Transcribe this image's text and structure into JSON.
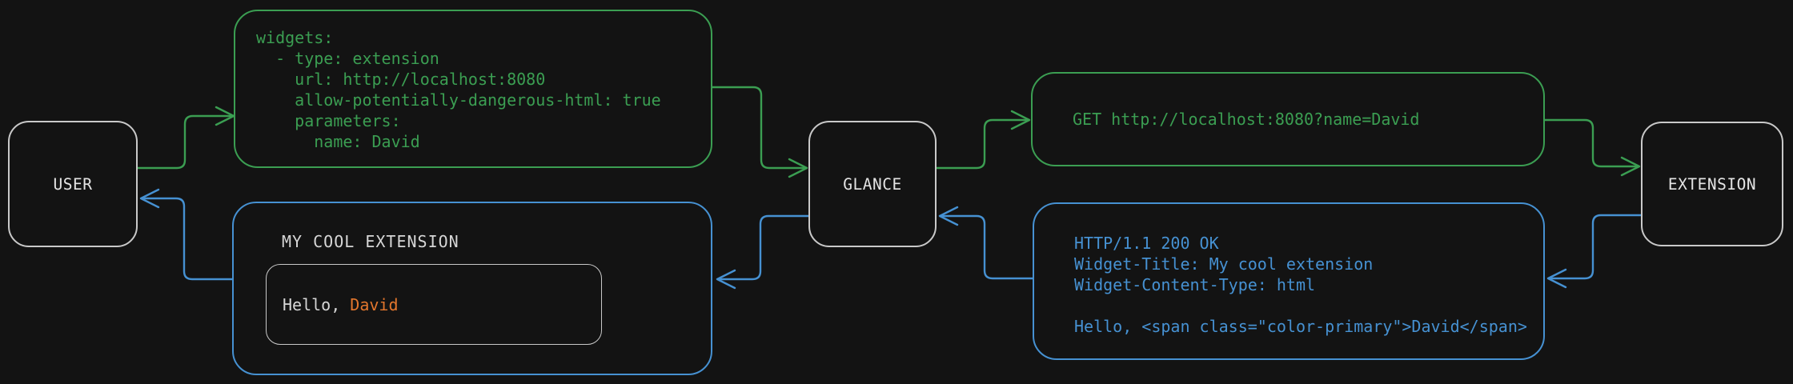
{
  "colors": {
    "background": "#131313",
    "request_green": "#3b9e52",
    "response_blue": "#4691d2",
    "node_border": "#c9c9c9",
    "node_text": "#e4e4e4",
    "inner_border": "#c9c9c9",
    "widget_title_text": "#d6d6d6",
    "greeting_text": "#d6d6d6",
    "accent_orange": "#e2762d"
  },
  "nodes": {
    "user": {
      "label": "USER"
    },
    "glance": {
      "label": "GLANCE"
    },
    "extension": {
      "label": "EXTENSION"
    }
  },
  "config_box": {
    "lines": [
      "widgets:",
      "  - type: extension",
      "    url: http://localhost:8080",
      "    allow-potentially-dangerous-html: true",
      "    parameters:",
      "      name: David"
    ]
  },
  "request_box": {
    "text": "GET http://localhost:8080?name=David"
  },
  "response_box": {
    "lines": [
      "HTTP/1.1 200 OK",
      "Widget-Title: My cool extension",
      "Widget-Content-Type: html",
      "",
      "Hello, <span class=\"color-primary\">David</span>"
    ]
  },
  "widget_box": {
    "title": "MY COOL EXTENSION",
    "greeting_prefix": "Hello, ",
    "greeting_name": "David"
  }
}
